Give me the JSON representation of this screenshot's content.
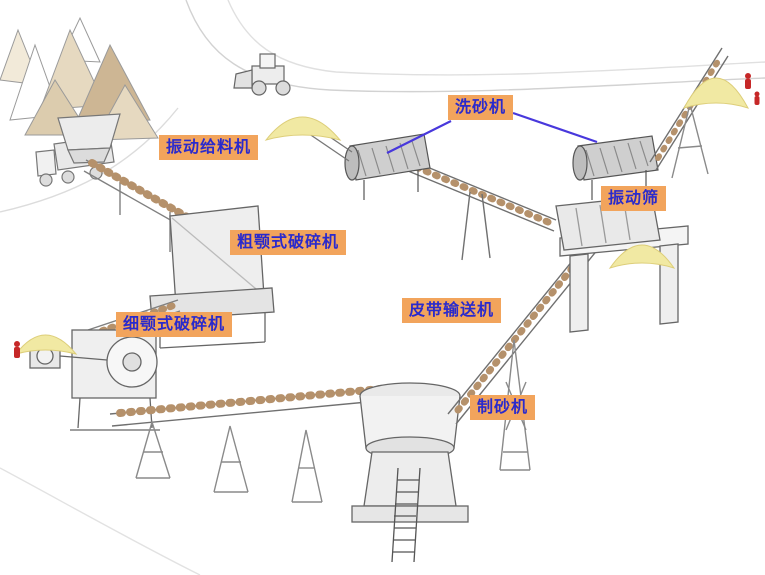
{
  "diagram": {
    "labels": [
      {
        "id": "vibrating-feeder",
        "text": "振动给料机"
      },
      {
        "id": "sand-washer",
        "text": "洗砂机"
      },
      {
        "id": "coarse-jaw-crusher",
        "text": "粗颚式破碎机"
      },
      {
        "id": "vibrating-screen",
        "text": "振动筛"
      },
      {
        "id": "fine-jaw-crusher",
        "text": "细颚式破碎机"
      },
      {
        "id": "belt-conveyor",
        "text": "皮带输送机"
      },
      {
        "id": "sand-maker",
        "text": "制砂机"
      }
    ],
    "colors": {
      "label_background": "#F2A45C",
      "label_text": "#2A2ACC",
      "pointer_line": "#4838DC",
      "sand_pile": "#F1E9A3",
      "rock_material": "#B5916B"
    }
  }
}
